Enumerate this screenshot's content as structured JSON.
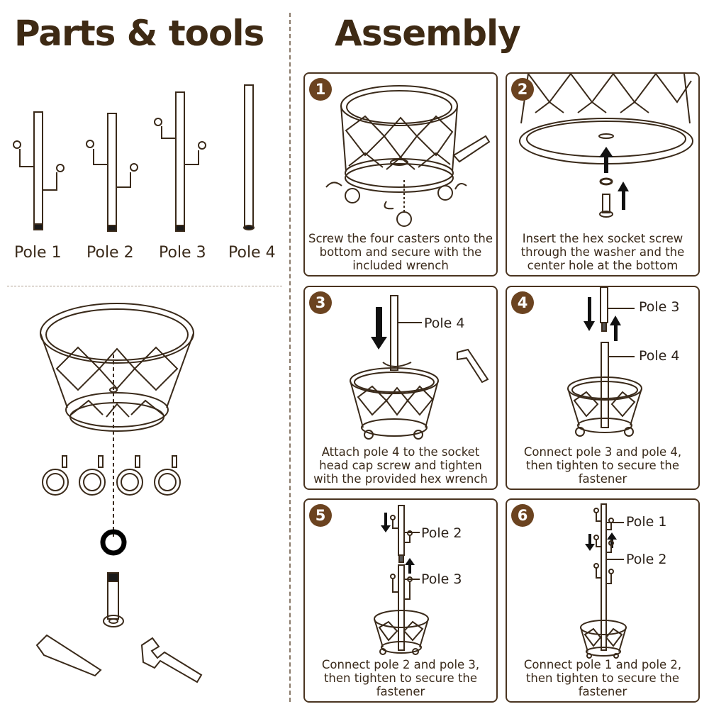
{
  "parts": {
    "title": "Parts & tools",
    "poles": [
      {
        "label": "Pole 1"
      },
      {
        "label": "Pole 2"
      },
      {
        "label": "Pole 3"
      },
      {
        "label": "Pole 4"
      }
    ]
  },
  "assembly": {
    "title": "Assembly",
    "steps": [
      {
        "number": "1",
        "caption": "Screw the four casters onto the bottom and secure with the included wrench"
      },
      {
        "number": "2",
        "caption": "Insert the hex socket screw through the washer and the center hole at the bottom"
      },
      {
        "number": "3",
        "caption": "Attach pole 4 to the socket head cap screw and tighten with the provided hex wrench",
        "callouts": [
          "Pole 4"
        ]
      },
      {
        "number": "4",
        "caption": "Connect pole 3 and pole 4, then tighten to secure the fastener",
        "callouts": [
          "Pole 3",
          "Pole 4"
        ]
      },
      {
        "number": "5",
        "caption": "Connect pole 2 and pole 3, then tighten to secure the fastener",
        "callouts": [
          "Pole 2",
          "Pole 3"
        ]
      },
      {
        "number": "6",
        "caption": "Connect pole 1 and pole 2, then tighten to secure the fastener",
        "callouts": [
          "Pole 1",
          "Pole 2"
        ]
      }
    ]
  },
  "colors": {
    "brand_brown": "#6b4320",
    "line": "#3a2a1a"
  }
}
